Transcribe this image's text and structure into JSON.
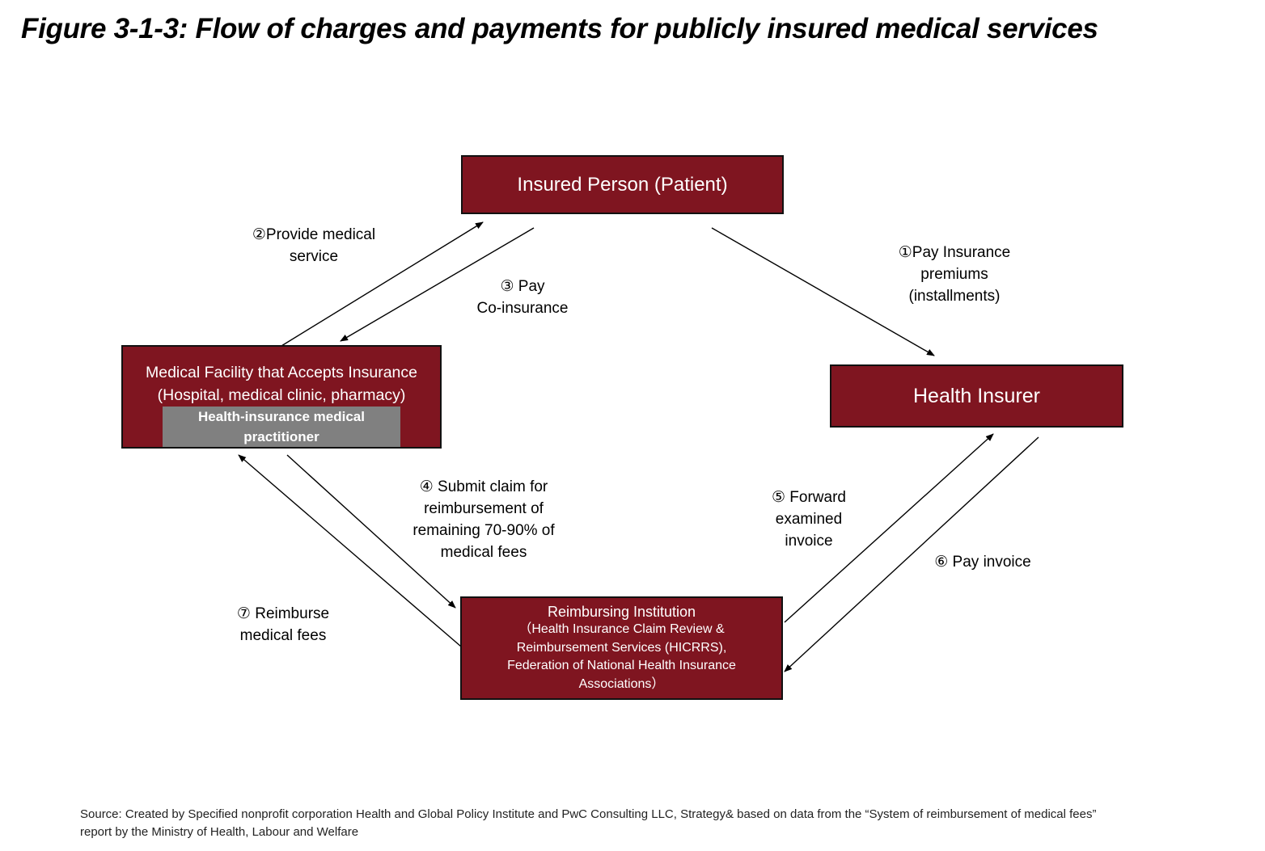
{
  "title": "Figure 3-1-3: Flow of charges and payments for publicly insured medical services",
  "nodes": {
    "patient": "Insured Person (Patient)",
    "facility": {
      "line1": "Medical Facility that Accepts Insurance",
      "line2": "(Hospital, medical clinic, pharmacy)",
      "sub": "Health-insurance medical practitioner"
    },
    "insurer": "Health Insurer",
    "reimbursing": {
      "line1": "Reimbursing Institution",
      "line2": "（Health Insurance Claim Review &",
      "line3": "Reimbursement Services (HICRRS),",
      "line4": "Federation of National Health Insurance",
      "line5": "Associations）"
    }
  },
  "steps": {
    "s1": {
      "l1": "①Pay Insurance",
      "l2": "premiums",
      "l3": "(installments)"
    },
    "s2": {
      "l1": "②Provide medical",
      "l2": "service"
    },
    "s3": {
      "l1": "③ Pay",
      "l2": "Co-insurance"
    },
    "s4": {
      "l1": "④ Submit claim for",
      "l2": "reimbursement of",
      "l3": "remaining 70-90% of",
      "l4": "medical fees"
    },
    "s5": {
      "l1": "⑤ Forward",
      "l2": "examined",
      "l3": "invoice"
    },
    "s6": {
      "l1": "⑥ Pay invoice"
    },
    "s7": {
      "l1": "⑦ Reimburse",
      "l2": "medical fees"
    }
  },
  "source": {
    "line1": "Source: Created by Specified nonprofit corporation Health and Global Policy Institute and PwC Consulting LLC, Strategy& based on data from the “System of reimbursement of medical fees”",
    "line2": "report by the Ministry of Health, Labour and Welfare"
  },
  "colors": {
    "box": "#7f1520",
    "sub": "#808080"
  }
}
